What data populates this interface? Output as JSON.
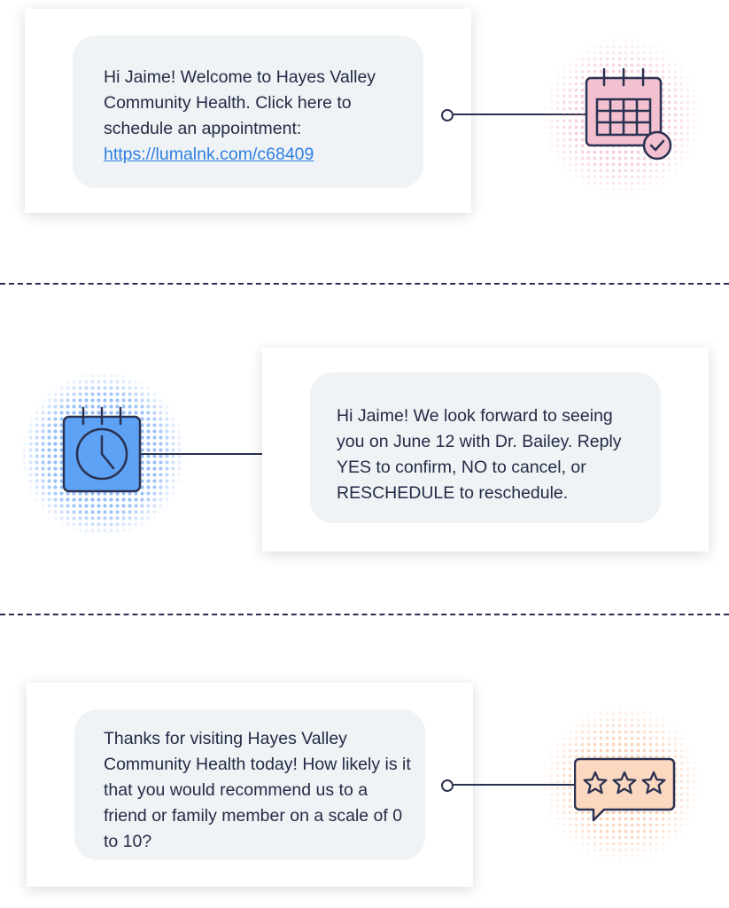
{
  "messages": [
    {
      "text": "Hi Jaime! Welcome to Hayes Valley Community Health. Click here to schedule an appointment:",
      "link": "https://lumalnk.com/c68409",
      "icon": "calendar-check-icon",
      "accent": "#f3c0cf"
    },
    {
      "text": "Hi Jaime! We look forward to seeing you on June 12 with Dr. Bailey. Reply YES to confirm, NO to cancel, or RESCHEDULE to reschedule.",
      "icon": "calendar-clock-icon",
      "accent": "#5ea2f5"
    },
    {
      "text": "Thanks for visiting Hayes Valley Community Health today! How likely is it that you would recommend us to a friend or family member on a scale of 0 to 10?",
      "icon": "rating-stars-icon",
      "accent": "#fbd8c0"
    }
  ]
}
